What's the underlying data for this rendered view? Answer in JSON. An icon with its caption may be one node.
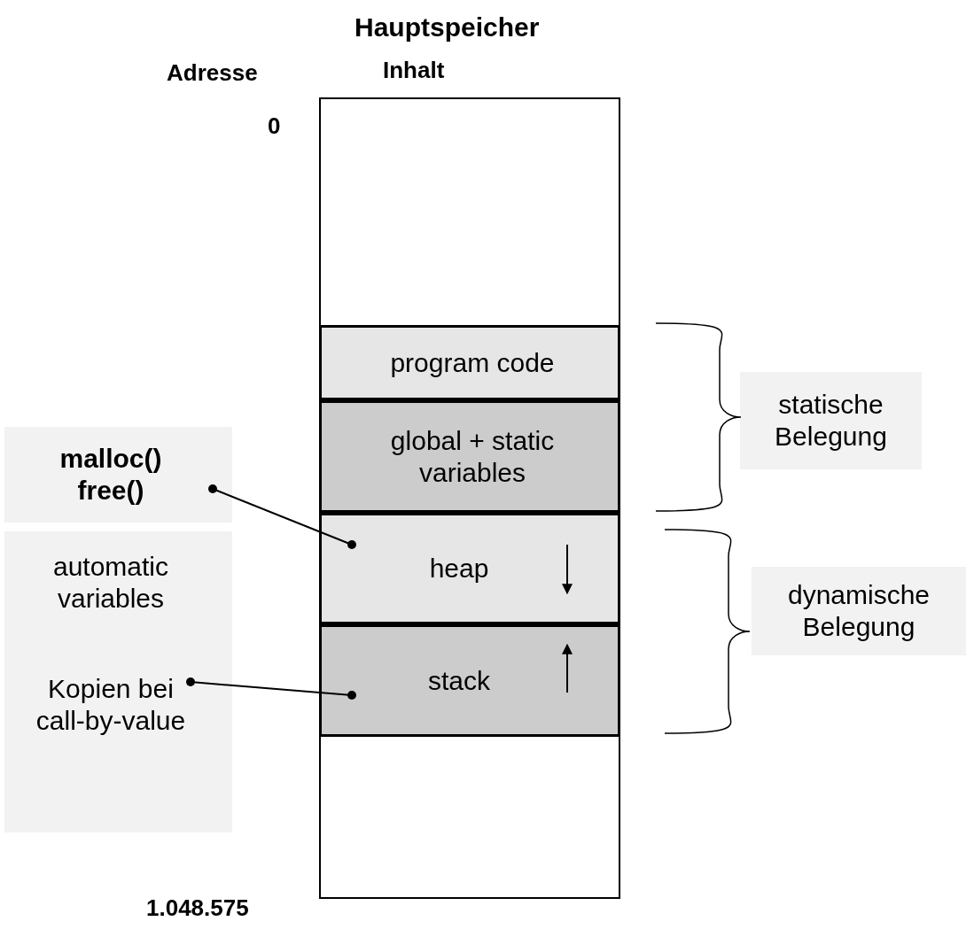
{
  "diagram": {
    "title": "Hauptspeicher",
    "nodes": [
      {
        "text": [
          "Inhalt"
        ]
      },
      {
        "text": [
          "program code"
        ],
        "in": 0
      },
      {
        "text": [
          "global + static variables"
        ],
        "in": 0
      },
      {
        "text": [
          "heap"
        ],
        "in": 0
      },
      {
        "text": [
          "stack"
        ],
        "in": 0
      },
      {
        "text": [
          "malloc() free()"
        ]
      },
      {
        "text": [
          "automatic variables",
          "Kopien bei call-by-value"
        ]
      },
      {
        "text": [
          "statische Belegung"
        ]
      },
      {
        "text": [
          "dynamische Belegung"
        ]
      }
    ],
    "edges": [
      {
        "from": 5,
        "to": 3,
        "arrow": "other"
      },
      {
        "from": 6,
        "to": 4,
        "arrow": "other"
      }
    ],
    "labels": [
      "Adresse",
      "0",
      "1.048.575"
    ]
  }
}
